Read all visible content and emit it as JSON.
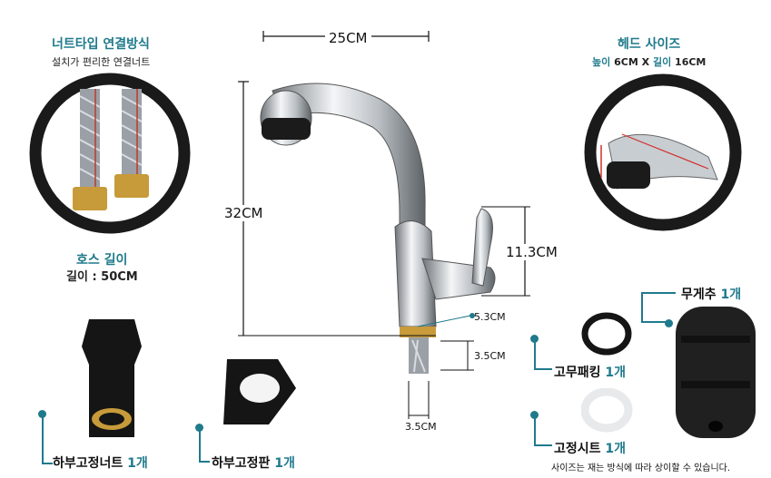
{
  "colors": {
    "accent": "#1f7a8c",
    "dimension_line": "#111111",
    "circle": "#1a1a1a"
  },
  "left_top": {
    "title": "너트타입 연결방식",
    "subtitle": "설치가 편리한 연결너트"
  },
  "hose": {
    "title": "호스 길이",
    "length": "길이 : 50CM"
  },
  "head": {
    "title": "헤드 사이즈",
    "size_prefix_height": "높이",
    "height_value": "6CM",
    "x": "X",
    "size_prefix_length": "길이",
    "length_value": "16CM"
  },
  "dimensions": {
    "width": "25CM",
    "height": "32CM",
    "handle_height": "11.3CM",
    "base_diameter": "5.3CM",
    "thread_length": "3.5CM",
    "thread_width": "3.5CM"
  },
  "parts": {
    "weight": {
      "name": "무게추",
      "count": "1개"
    },
    "rubber_packing": {
      "name": "고무패킹",
      "count": "1개"
    },
    "fix_sheet": {
      "name": "고정시트",
      "count": "1개"
    },
    "bottom_nut": {
      "name": "하부고정너트",
      "count": "1개"
    },
    "bottom_plate": {
      "name": "하부고정판",
      "count": "1개"
    }
  },
  "note": "사이즈는 재는 방식에 따라 상이할 수 있습니다."
}
